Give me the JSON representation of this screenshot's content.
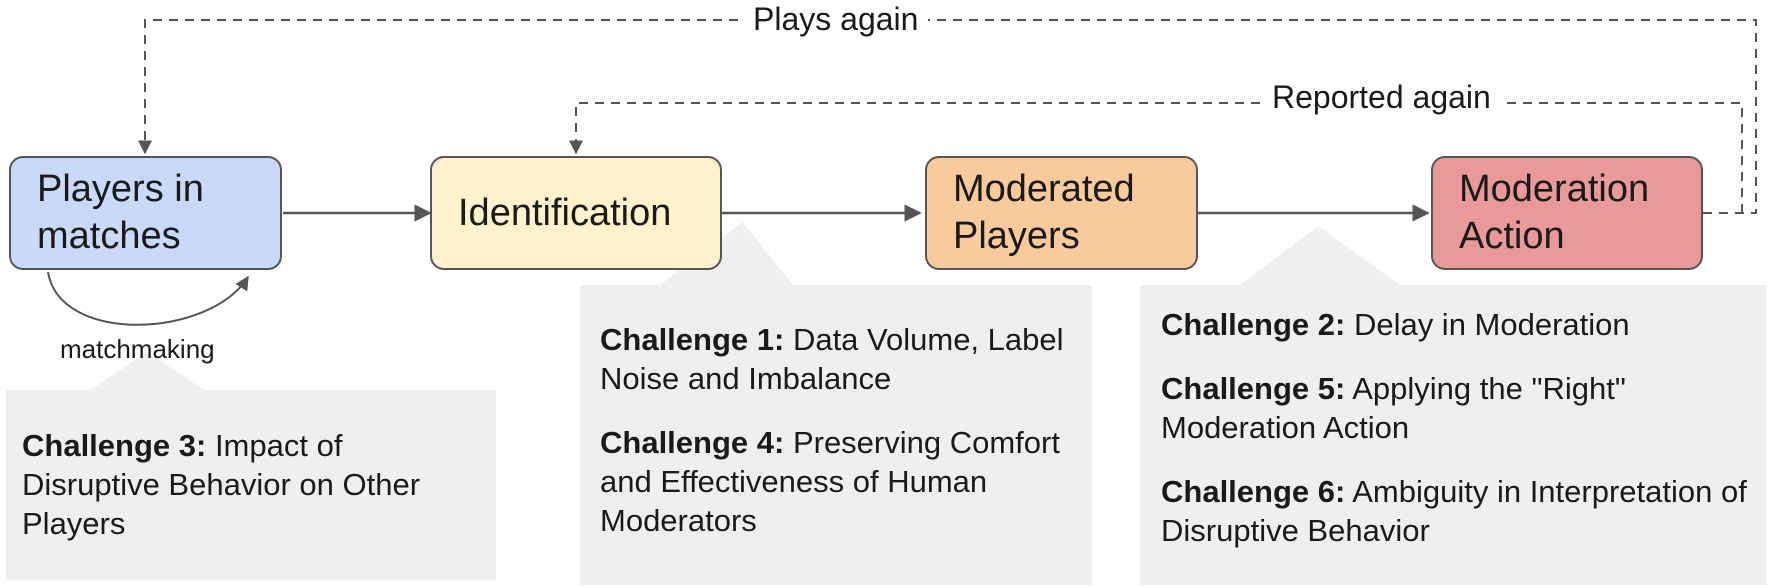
{
  "colors": {
    "node_players": "#c9daf8",
    "node_identification": "#fff2cc",
    "node_moderated": "#f9cb9c",
    "node_action": "#ea9999",
    "callout_bg": "#efefef",
    "edge": "#555555"
  },
  "nodes": {
    "players_in_matches": "Players in matches",
    "identification": "Identification",
    "moderated_players": "Moderated Players",
    "moderation_action": "Moderation Action"
  },
  "edge_labels": {
    "plays_again": "Plays again",
    "reported_again": "Reported again",
    "matchmaking": "matchmaking"
  },
  "callouts": {
    "left": [
      {
        "title": "Challenge 3:",
        "text": " Impact of Disruptive Behavior on Other Players"
      }
    ],
    "middle": [
      {
        "title": "Challenge 1:",
        "text": " Data Volume, Label Noise and Imbalance"
      },
      {
        "title": "Challenge 4:",
        "text": " Preserving Comfort and Effectiveness of Human Moderators"
      }
    ],
    "right": [
      {
        "title": "Challenge 2:",
        "text": " Delay in Moderation"
      },
      {
        "title": "Challenge 5:",
        "text": " Applying the \"Right\" Moderation Action"
      },
      {
        "title": "Challenge 6:",
        "text": " Ambiguity in Interpretation of Disruptive Behavior"
      }
    ]
  }
}
